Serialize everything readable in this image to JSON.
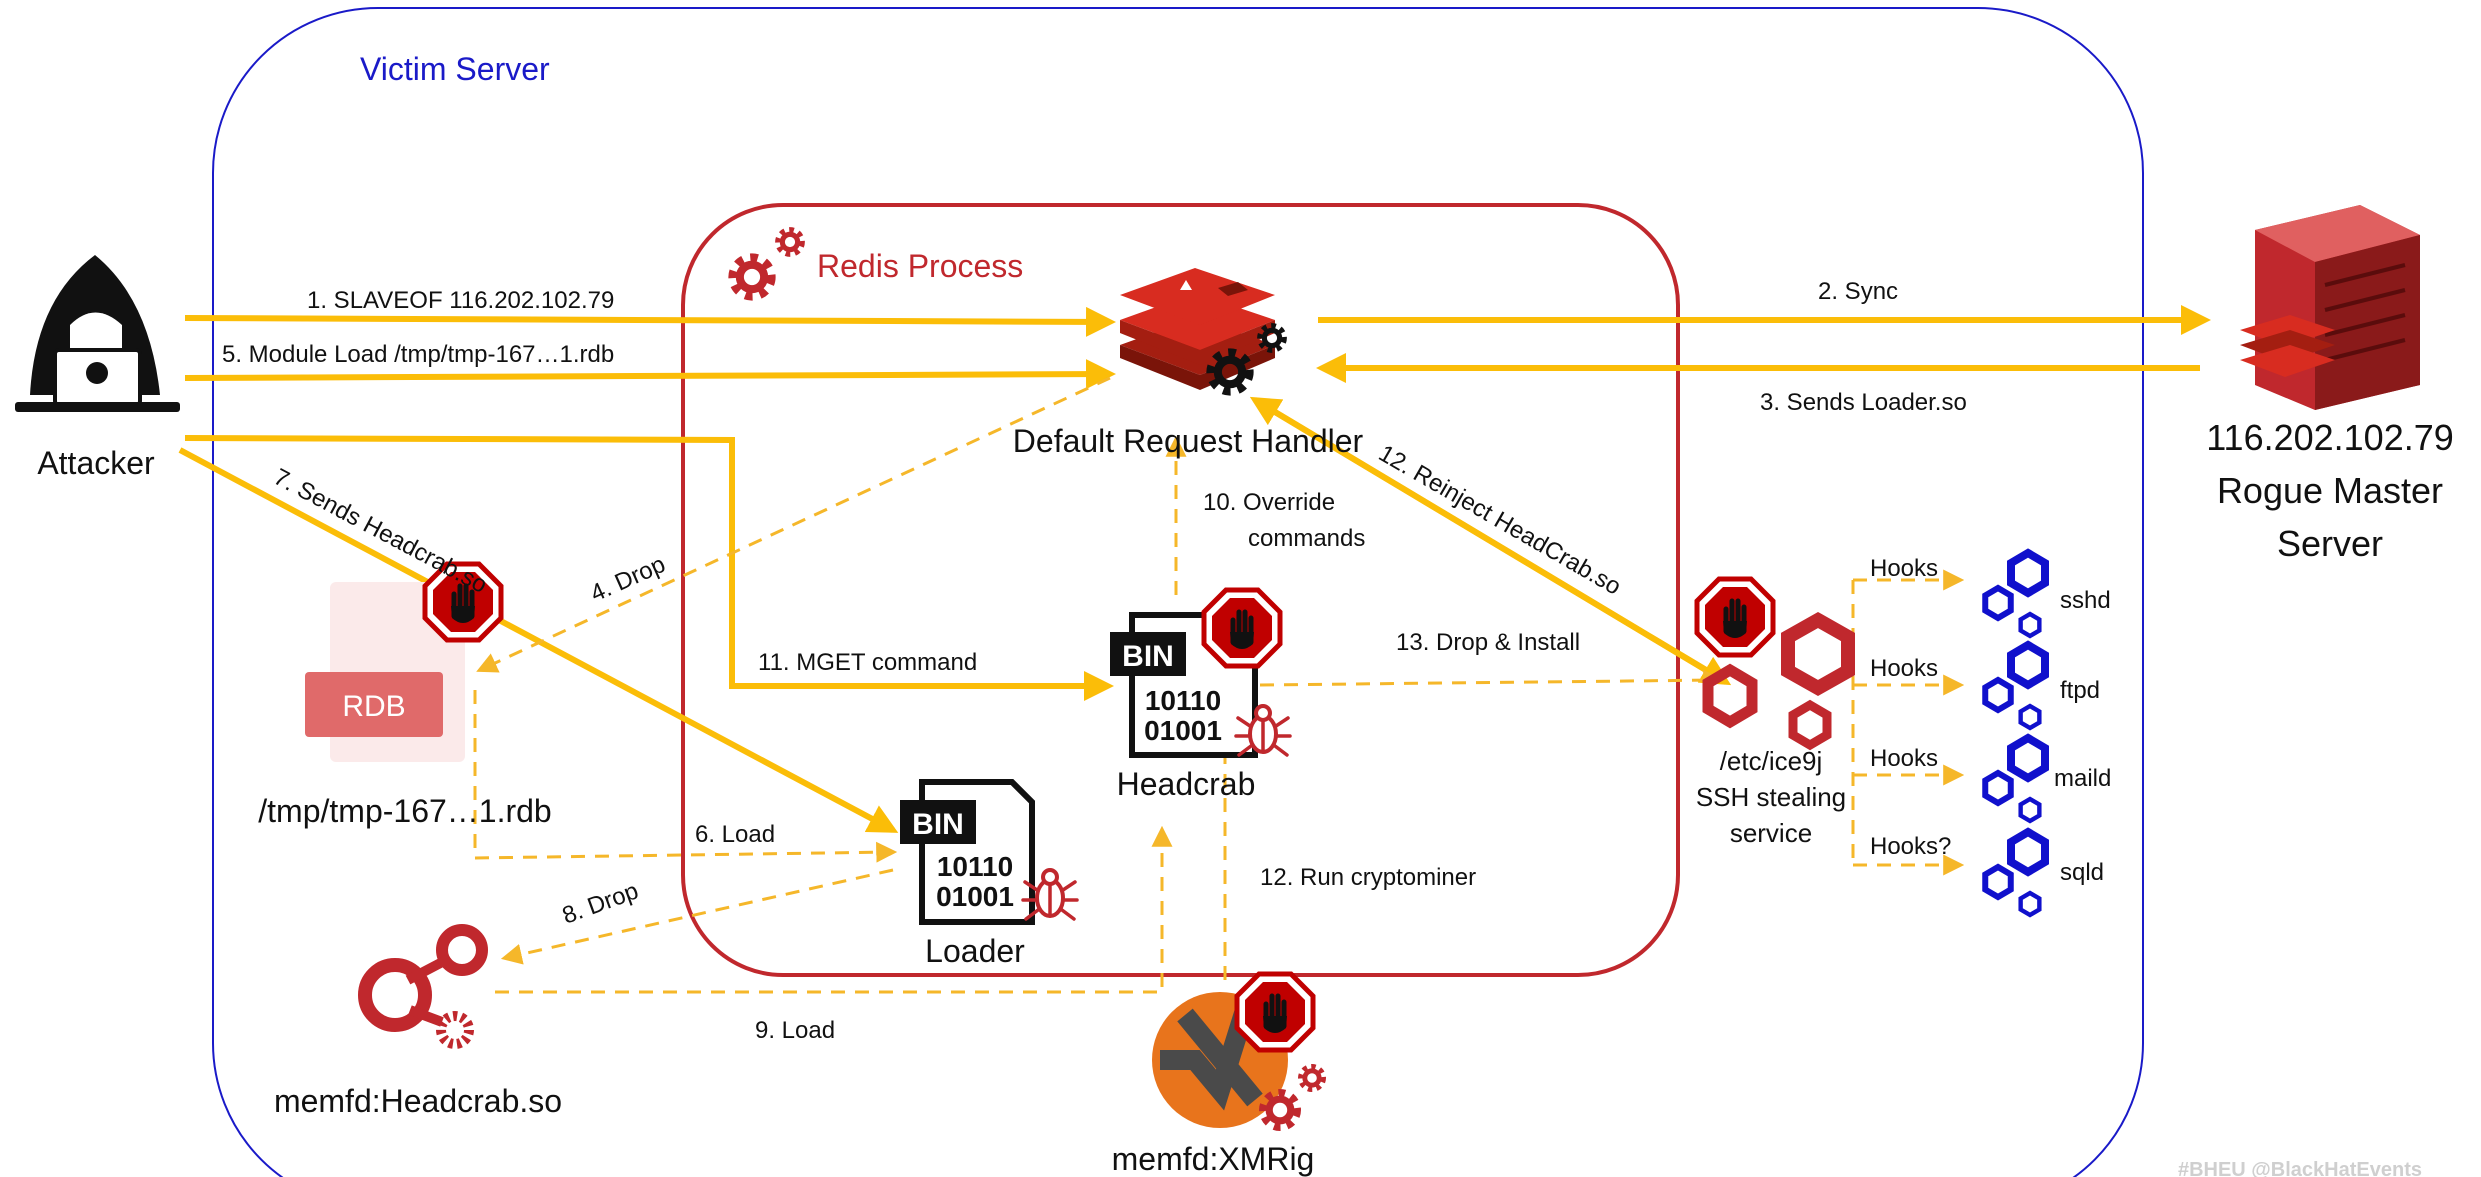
{
  "victim_label": "Victim Server",
  "redis_label": "Redis Process",
  "nodes": {
    "attacker": "Attacker",
    "handler": "Default Request Handler",
    "rogue_ip": "116.202.102.79",
    "rogue_line1": "Rogue Master",
    "rogue_line2": "Server",
    "rdb_badge": "RDB",
    "rdb_file": "/tmp/tmp-167…1.rdb",
    "headcrab": "Headcrab",
    "loader": "Loader",
    "memfd_headcrab": "memfd:Headcrab.so",
    "memfd_xmrig": "memfd:XMRig",
    "ice9j_1": "/etc/ice9j",
    "ice9j_2": "SSH stealing",
    "ice9j_3": "service"
  },
  "bin_icon": {
    "tag": "BIN",
    "row1": "10110",
    "row2": "01001"
  },
  "steps": {
    "s1": "1. SLAVEOF 116.202.102.79",
    "s2": "2. Sync",
    "s3": "3. Sends Loader.so",
    "s4": "4. Drop",
    "s5": "5. Module Load /tmp/tmp-167…1.rdb",
    "s6": "6. Load",
    "s7": "7. Sends Headcrab.so",
    "s8": "8. Drop",
    "s9": "9. Load",
    "s10a": "10. Override",
    "s10b": "commands",
    "s11": "11. MGET command",
    "s12a": "12. Reinject HeadCrab.so",
    "s12b": "12. Run cryptominer",
    "s13": "13. Drop & Install"
  },
  "hooks": [
    {
      "label": "Hooks",
      "target": "sshd"
    },
    {
      "label": "Hooks",
      "target": "ftpd"
    },
    {
      "label": "Hooks",
      "target": "maild"
    },
    {
      "label": "Hooks?",
      "target": "sqld"
    }
  ],
  "footer": "#BHEU @BlackHatEvents",
  "colors": {
    "victim_border": "#1a1ac8",
    "redis_border": "#c0282d",
    "solid_arrow": "#fbbd08",
    "dashed_arrow": "#f5b72a",
    "stop_sign": "#c00000",
    "hook_hex": "#1010cc",
    "redis_red": "#d02828"
  }
}
